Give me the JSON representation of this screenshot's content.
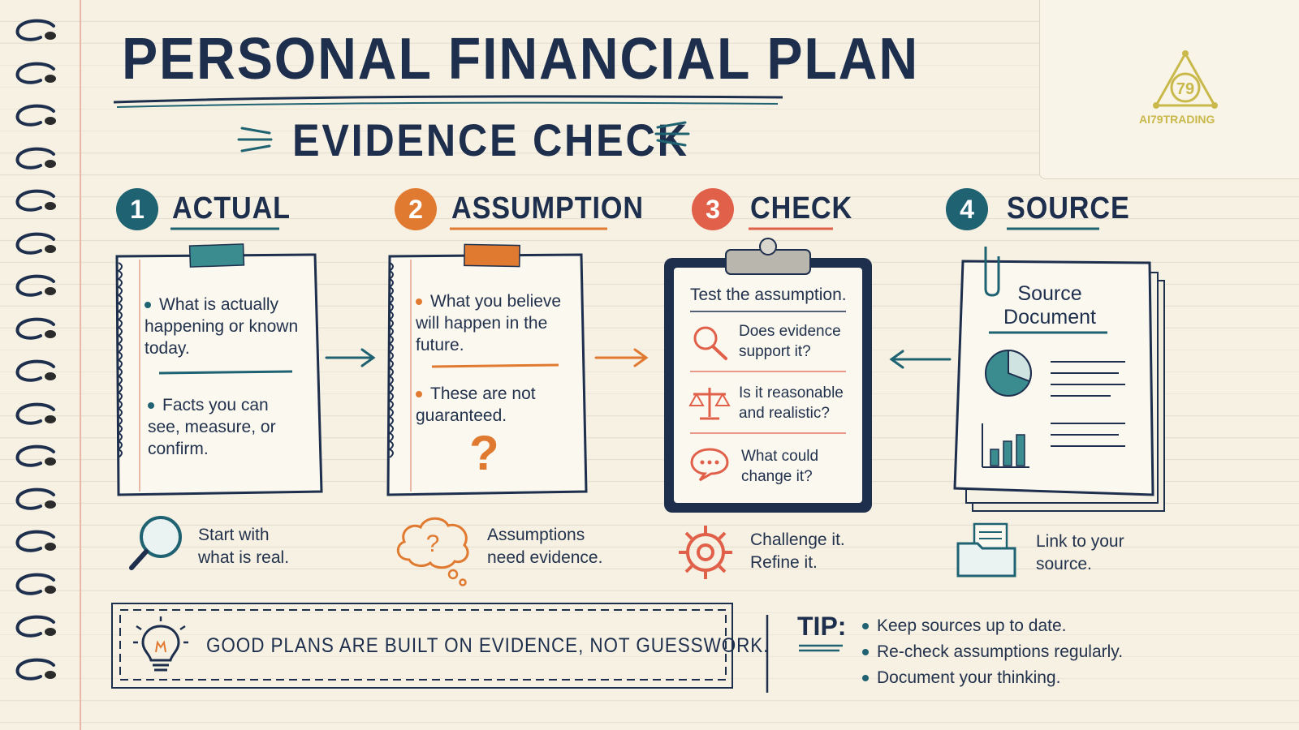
{
  "title": "PERSONAL FINANCIAL PLAN",
  "subtitle": "EVIDENCE CHECK",
  "logo_text": "AI79TRADING",
  "logo_number": "79",
  "steps": [
    {
      "num": "1",
      "label": "ACTUAL",
      "color": "#1f6272",
      "bullets": [
        "What is actually happening or known today.",
        "Facts you can see, measure, or confirm."
      ],
      "caption": [
        "Start with",
        "what is real."
      ]
    },
    {
      "num": "2",
      "label": "ASSUMPTION",
      "color": "#e07a30",
      "bullets": [
        "What you believe will happen in the future.",
        "These are not guaranteed."
      ],
      "mark": "?",
      "caption": [
        "Assumptions",
        "need evidence."
      ]
    },
    {
      "num": "3",
      "label": "CHECK",
      "color": "#e0604a",
      "heading": "Test the assumption.",
      "items": [
        [
          "Does evidence",
          "support it?"
        ],
        [
          "Is it reasonable",
          "and realistic?"
        ],
        [
          "What could",
          "change it?"
        ]
      ],
      "caption": [
        "Challenge it.",
        "Refine it."
      ]
    },
    {
      "num": "4",
      "label": "SOURCE",
      "color": "#1f6272",
      "doc_title": [
        "Source",
        "Document"
      ],
      "caption": [
        "Link to your",
        "source."
      ]
    }
  ],
  "banner": "GOOD PLANS ARE BUILT ON EVIDENCE, NOT GUESSWORK.",
  "tip": {
    "label": "TIP:",
    "items": [
      "Keep sources up to date.",
      "Re-check assumptions regularly.",
      "Document your thinking."
    ]
  },
  "colors": {
    "navy": "#1d2f4d",
    "teal": "#1f6272",
    "orange": "#e07a30",
    "coral": "#e0604a",
    "gold": "#c9b84a"
  }
}
